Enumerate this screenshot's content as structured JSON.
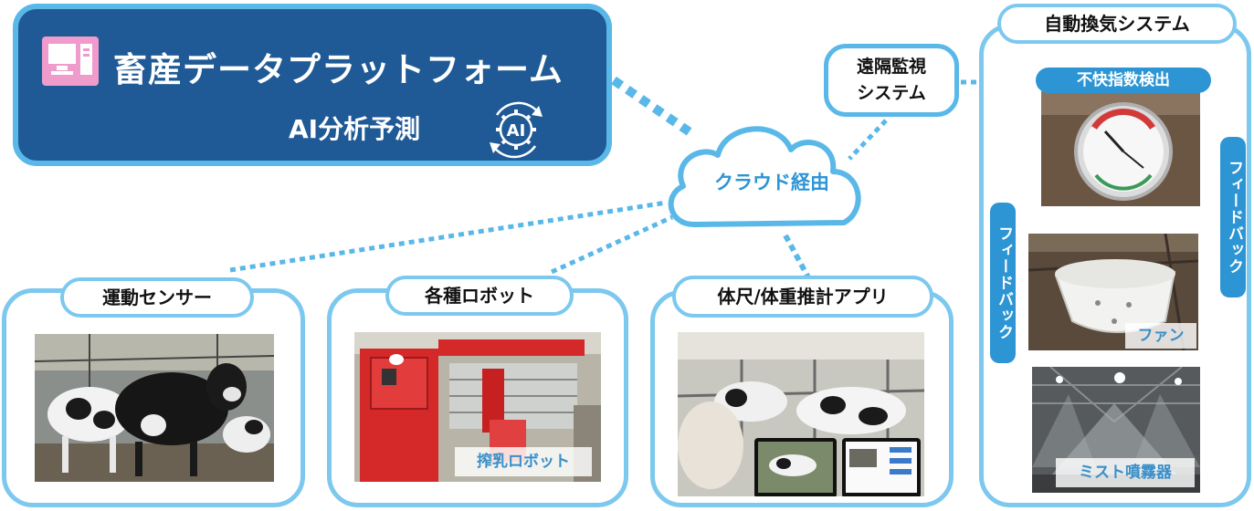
{
  "platform": {
    "title": "畜産データプラットフォーム",
    "subtitle": "AI分析予測",
    "ai_icon_text": "AI"
  },
  "cloud": {
    "label": "クラウド経由"
  },
  "remote": {
    "line1": "遠隔監視",
    "line2": "システム"
  },
  "panels": {
    "sensor": {
      "title": "運動センサー"
    },
    "robots": {
      "title": "各種ロボット",
      "caption": "搾乳ロボット"
    },
    "body_app": {
      "title": "体尺/体重推計アプリ"
    },
    "ventilation": {
      "title": "自動換気システム",
      "discomfort_label": "不快指数検出",
      "fan_caption": "ファン",
      "mist_caption": "ミスト噴霧器",
      "feedback_left": "フィードバック",
      "feedback_right": "フィードバック"
    }
  },
  "colors": {
    "accent": "#5ab8e8",
    "dark_blue": "#1f5a96",
    "label_blue": "#2d95d4",
    "pc_pink": "#ef9ccc"
  }
}
